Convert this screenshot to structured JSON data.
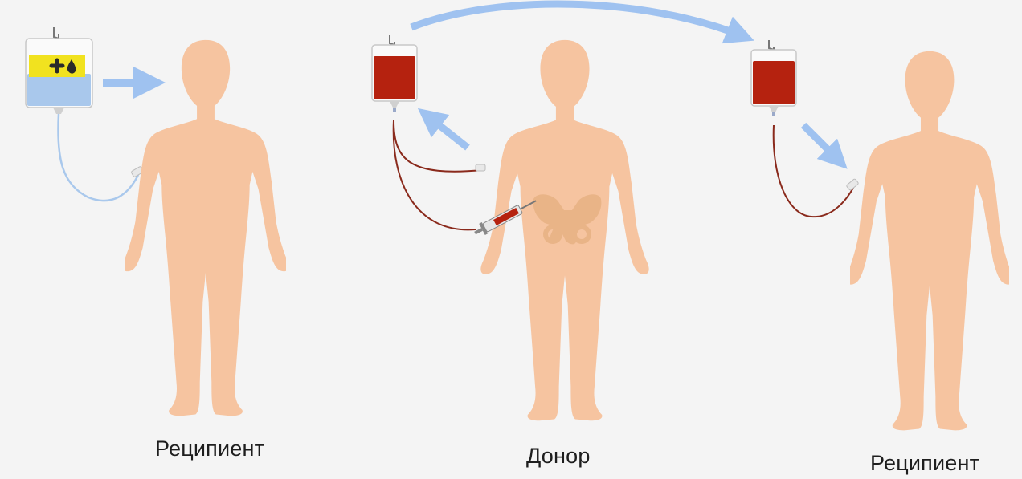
{
  "labels": {
    "left_recipient": "Реципиент",
    "donor": "Донор",
    "right_recipient": "Реципиент"
  },
  "icons": {
    "conditioning_bag": "bag-with-plus-and-drop-icon",
    "blood_bag": "blood-bag-icon",
    "syringe": "syringe-icon",
    "pelvis": "pelvis-bone-icon"
  },
  "colors": {
    "background": "#f4f4f4",
    "skin": "#f6c4a0",
    "blood": "#b5220f",
    "blood_line": "#8a2a1c",
    "saline": "#a9c8ec",
    "bag_label": "#f1e21f",
    "arrow": "#9fc2f0",
    "bone": "#e9b487",
    "text": "#1e1e1e"
  }
}
